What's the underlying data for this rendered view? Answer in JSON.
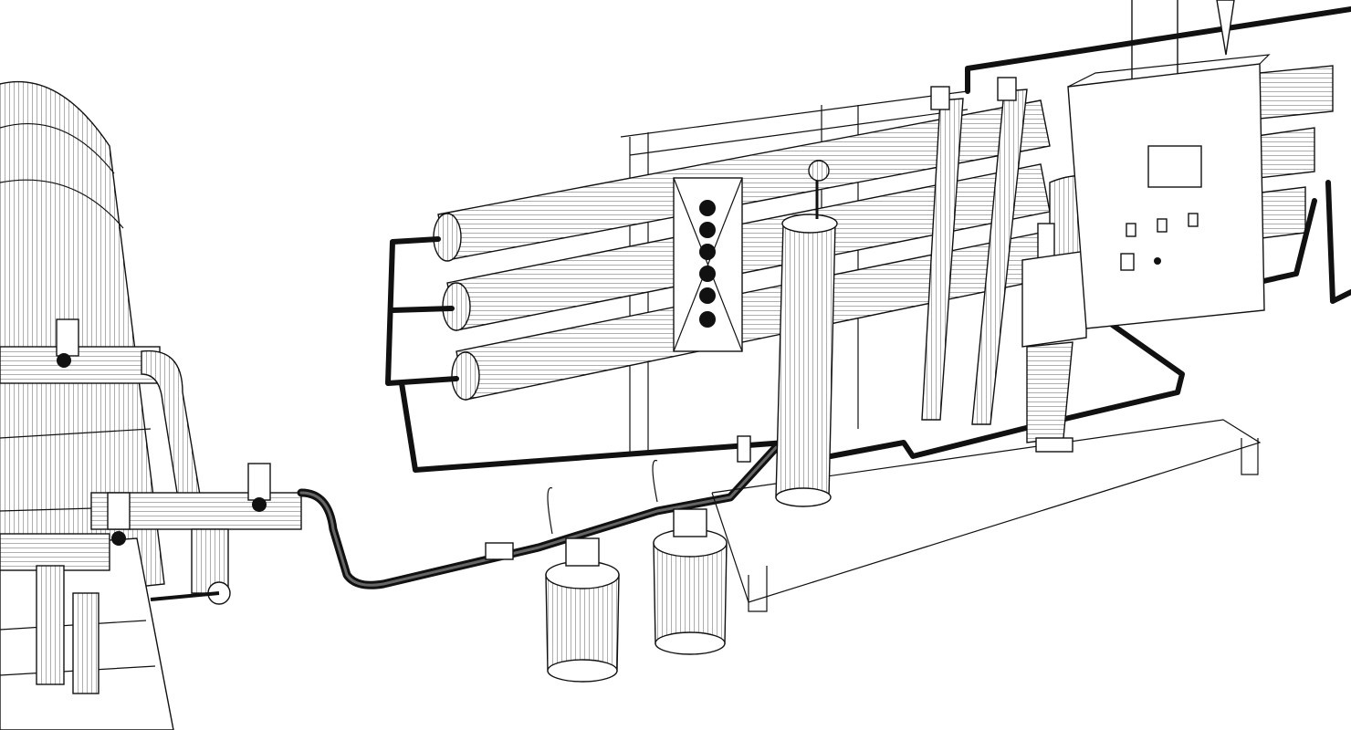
{
  "colors": {
    "background": "#ffffff",
    "line": "#111111",
    "pipe": "#111111"
  },
  "components": [
    "storage-tank",
    "ro-pressure-vessels",
    "cartridge-filter",
    "high-pressure-pump",
    "control-panel",
    "dosing-tanks",
    "skid-frame"
  ]
}
